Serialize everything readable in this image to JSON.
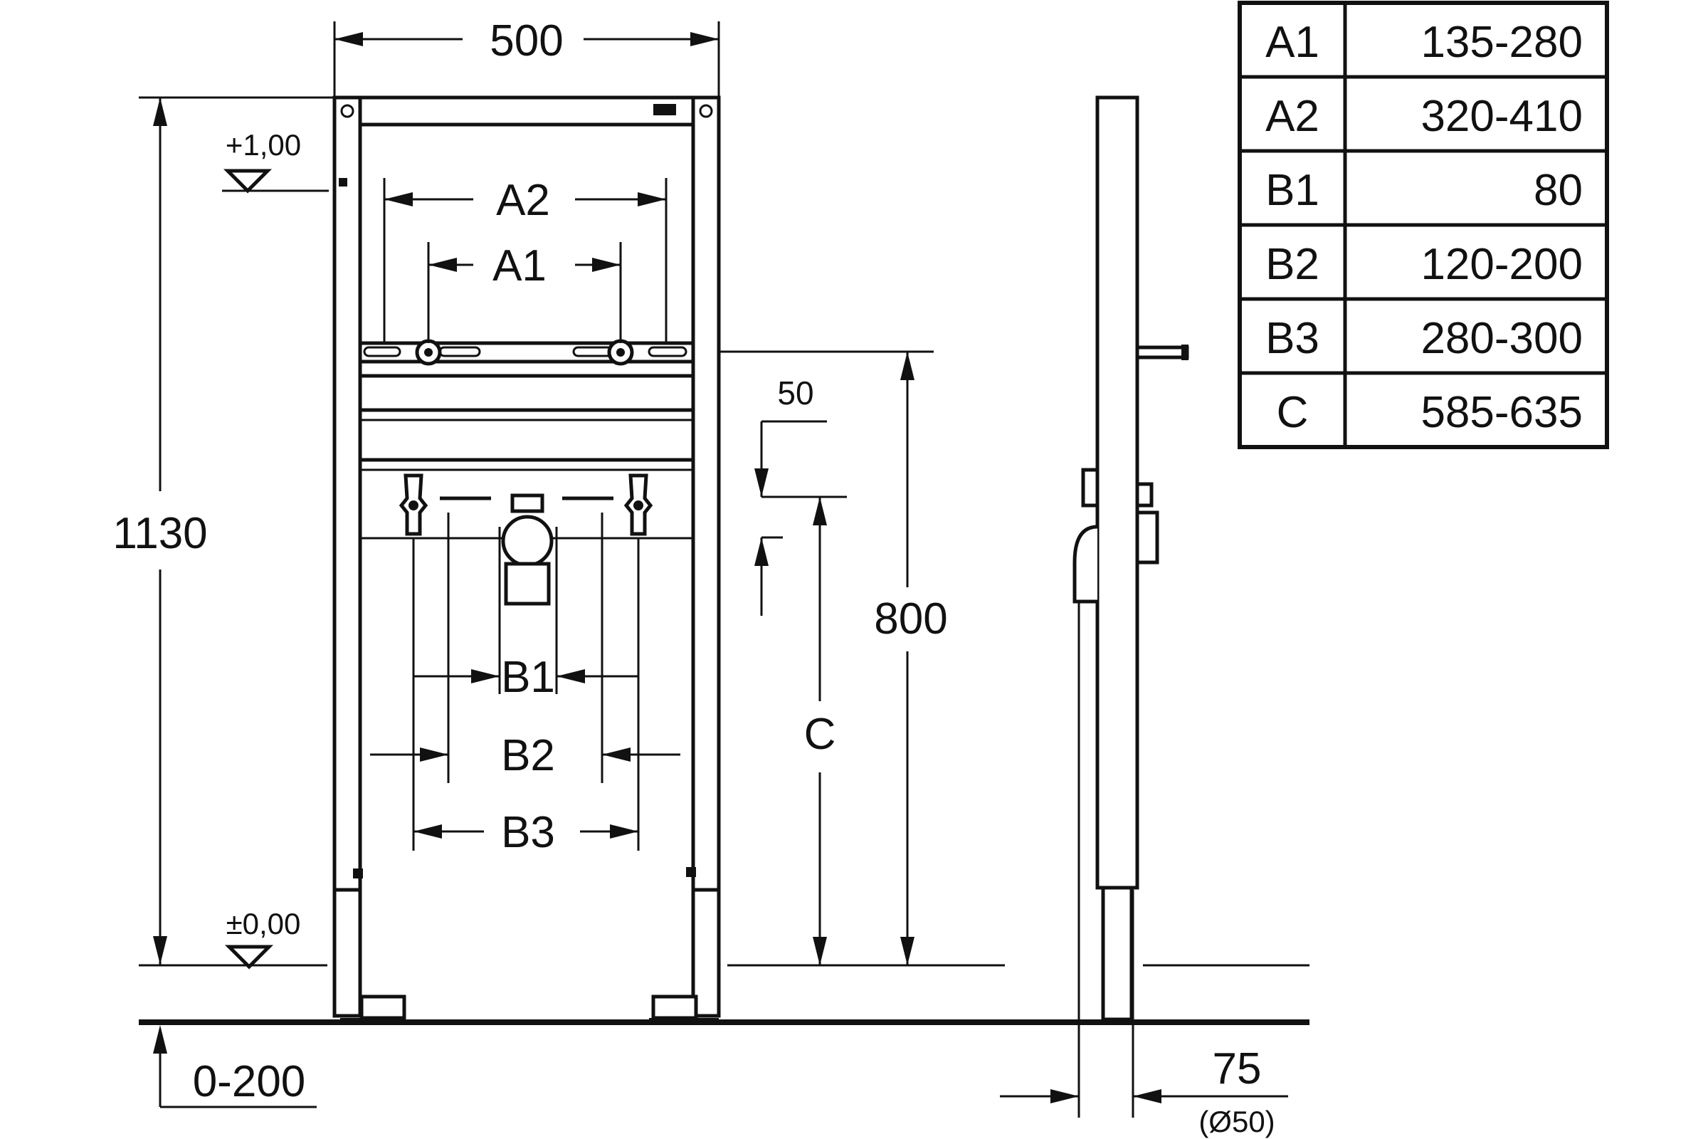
{
  "front_view": {
    "width_label": "500",
    "height_label": "1130",
    "level_top": "+1,00",
    "level_floor": "±0,00",
    "floor_adjust": "0-200",
    "dims": {
      "a2": "A2",
      "a1": "A1",
      "d50": "50",
      "d800": "800",
      "c": "C",
      "b1": "B1",
      "b2": "B2",
      "b3": "B3"
    }
  },
  "side_view": {
    "depth_label": "75",
    "pipe_label": "(Ø50)"
  },
  "table": {
    "rows": [
      {
        "key": "A1",
        "value": "135-280"
      },
      {
        "key": "A2",
        "value": "320-410"
      },
      {
        "key": "B1",
        "value": "80"
      },
      {
        "key": "B2",
        "value": "120-200"
      },
      {
        "key": "B3",
        "value": "280-300"
      },
      {
        "key": "C",
        "value": "585-635"
      }
    ]
  }
}
